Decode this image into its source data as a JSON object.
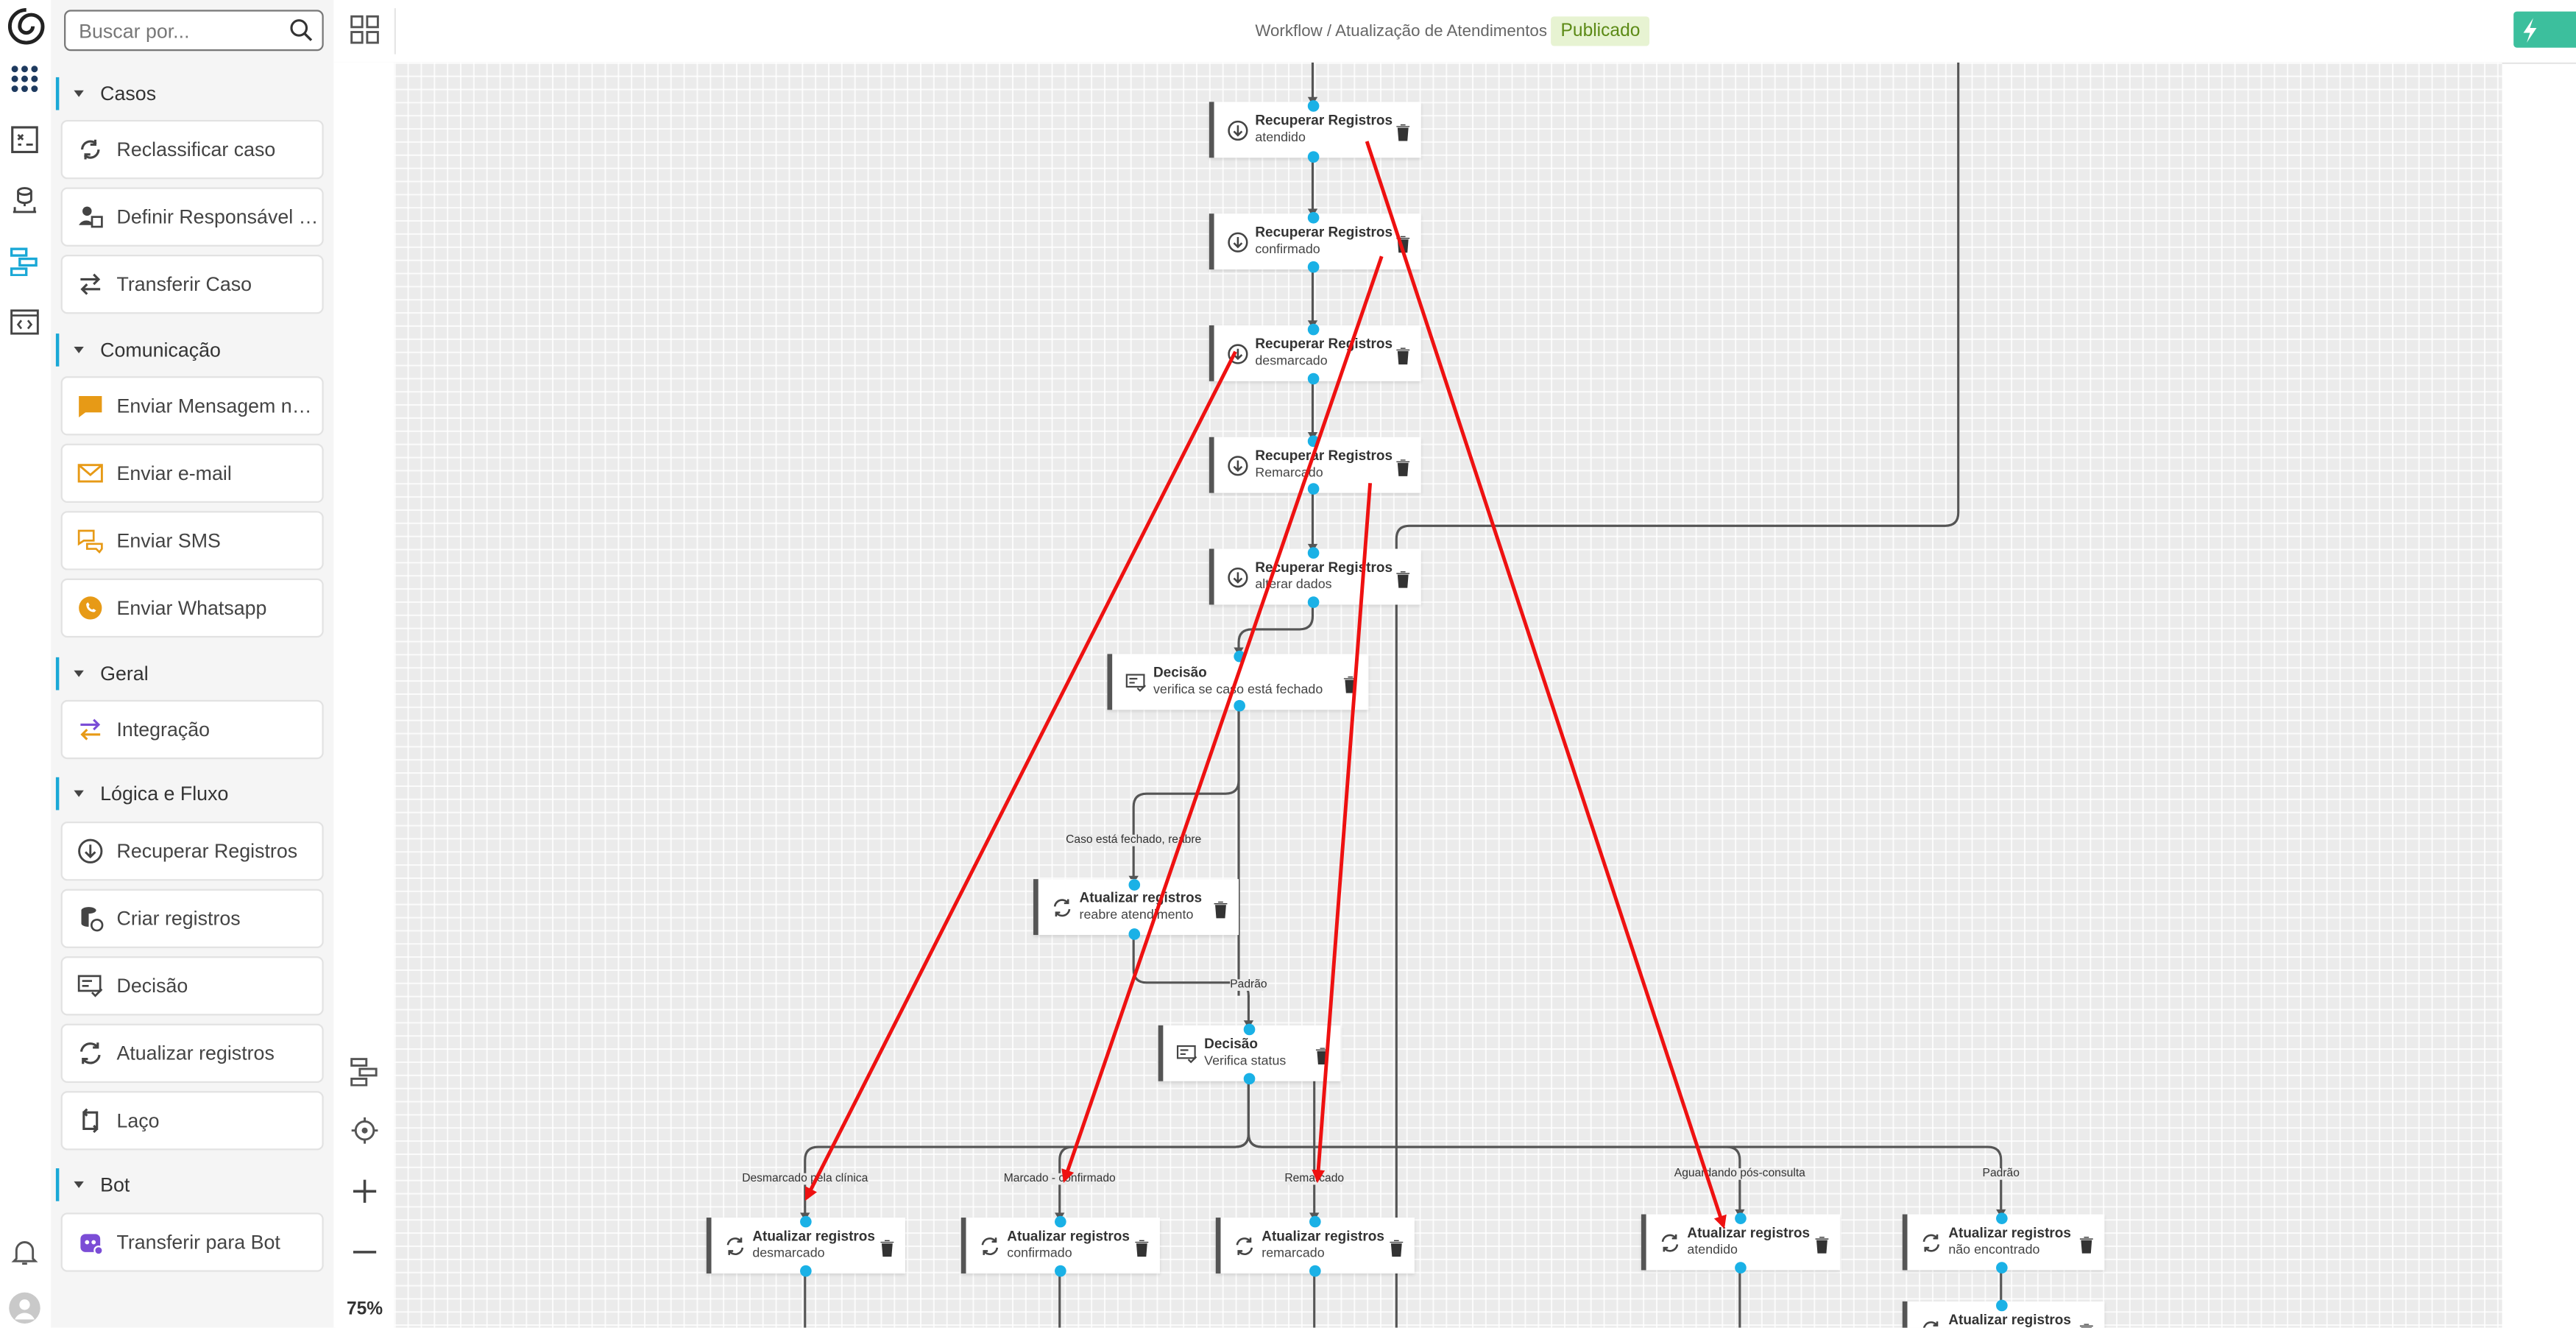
{
  "search": {
    "placeholder": "Buscar por..."
  },
  "rail": {
    "icons": [
      "logo-icon",
      "apps-grid-icon",
      "forms-icon",
      "database-icon",
      "workflow-icon",
      "code-window-icon",
      "bell-icon",
      "user-avatar-icon"
    ]
  },
  "palette": {
    "sections": [
      {
        "title": "Casos",
        "items": [
          "Reclassificar caso",
          "Definir Responsável do...",
          "Transferir Caso"
        ]
      },
      {
        "title": "Comunicação",
        "items": [
          "Enviar Mensagem no C...",
          "Enviar e-mail",
          "Enviar SMS",
          "Enviar Whatsapp"
        ]
      },
      {
        "title": "Geral",
        "items": [
          "Integração"
        ]
      },
      {
        "title": "Lógica e Fluxo",
        "items": [
          "Recuperar Registros",
          "Criar registros",
          "Decisão",
          "Atualizar registros",
          "Laço"
        ]
      },
      {
        "title": "Bot",
        "items": [
          "Transferir para Bot"
        ]
      }
    ]
  },
  "header": {
    "breadcrumb": "Workflow / Atualização de Atendimentos",
    "status": "Publicado"
  },
  "canvas": {
    "zoom": "75%",
    "nodes": [
      {
        "title": "Recuperar Registros",
        "subtitle": "atendido",
        "icon": "download-icon"
      },
      {
        "title": "Recuperar Registros",
        "subtitle": "confirmado",
        "icon": "download-icon"
      },
      {
        "title": "Recuperar Registros",
        "subtitle": "desmarcado",
        "icon": "download-icon"
      },
      {
        "title": "Recuperar Registros",
        "subtitle": "Remarcado",
        "icon": "download-icon"
      },
      {
        "title": "Recuperar Registros",
        "subtitle": "alterar dados",
        "icon": "download-icon"
      },
      {
        "title": "Decisão",
        "subtitle": "verifica se caso está fechado",
        "icon": "decision-icon"
      },
      {
        "title": "Atualizar registros",
        "subtitle": "reabre atendimento",
        "icon": "sync-icon"
      },
      {
        "title": "Decisão",
        "subtitle": "Verifica status",
        "icon": "decision-icon"
      },
      {
        "title": "Atualizar registros",
        "subtitle": "desmarcado",
        "icon": "sync-icon"
      },
      {
        "title": "Atualizar registros",
        "subtitle": "confirmado",
        "icon": "sync-icon"
      },
      {
        "title": "Atualizar registros",
        "subtitle": "remarcado",
        "icon": "sync-icon"
      },
      {
        "title": "Atualizar registros",
        "subtitle": "atendido",
        "icon": "sync-icon"
      },
      {
        "title": "Atualizar registros",
        "subtitle": "não encontrado",
        "icon": "sync-icon"
      },
      {
        "title": "Atualizar registros",
        "subtitle": "",
        "icon": "sync-icon"
      }
    ],
    "edge_labels": [
      "Caso está fechado, reabre",
      "Padrão",
      "Desmarcado pela clínica",
      "Marcado - confirmado",
      "Remarcado",
      "Aguardando pós-consulta",
      "Padrão"
    ]
  },
  "colors": {
    "accent": "#1aa8d6",
    "connector_dot": "#1ab1e6",
    "annotation_arrow": "#ee1111",
    "published_bg": "#e7f3d2",
    "published_text": "#5c8a16",
    "run_button": "#3cbf9d"
  }
}
